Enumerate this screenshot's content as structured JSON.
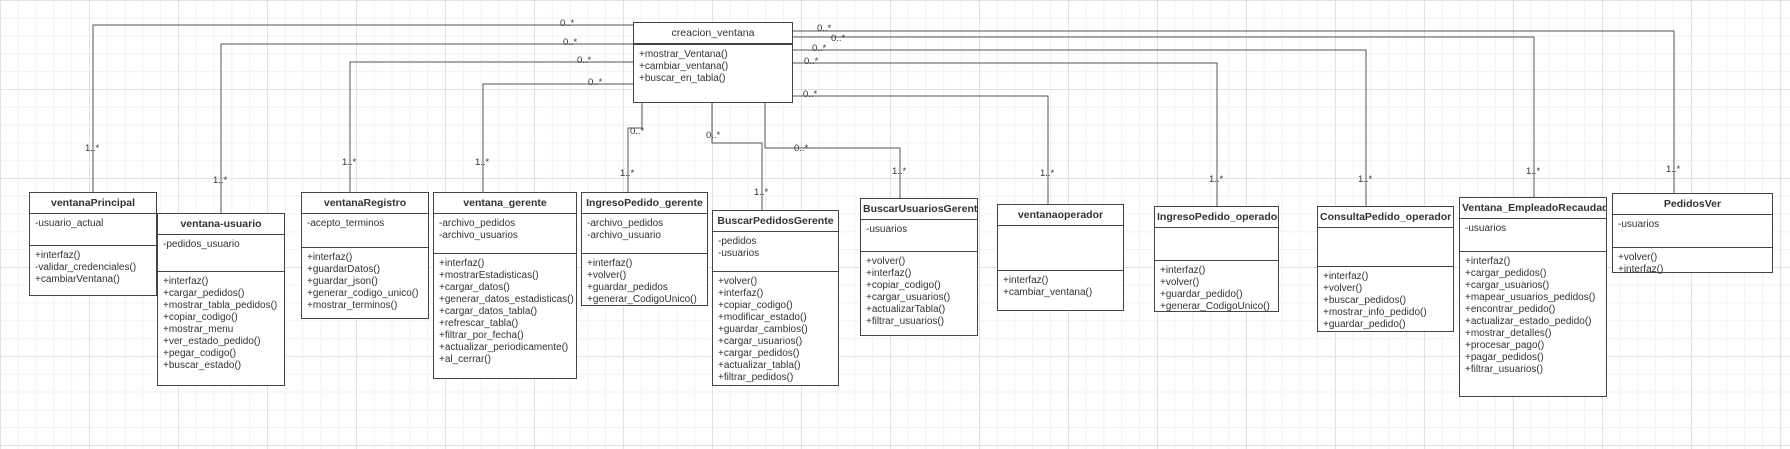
{
  "classes": [
    {
      "name": "creacion_ventana",
      "attrs": [],
      "ops": [
        "+mostrar_Ventana()",
        "+cambiar_ventana()",
        "+buscar_en_tabla()"
      ]
    },
    {
      "name": "ventanaPrincipal",
      "attrs": [
        "-usuario_actual"
      ],
      "ops": [
        "+interfaz()",
        "-validar_credenciales()",
        "+cambiarVentana()"
      ]
    },
    {
      "name": "ventana-usuario",
      "attrs": [
        "-pedidos_usuario"
      ],
      "ops": [
        "+interfaz()",
        "+cargar_pedidos()",
        "+mostrar_tabla_pedidos()",
        "+copiar_codigo()",
        "+mostrar_menu",
        "+ver_estado_pedido()",
        "+pegar_codigo()",
        "+buscar_estado()"
      ]
    },
    {
      "name": "ventanaRegistro",
      "attrs": [
        "-acepto_terminos"
      ],
      "ops": [
        "+interfaz()",
        "+guardarDatos()",
        "+guardar_json()",
        "+generar_codigo_unico()",
        "+mostrar_terminos()"
      ]
    },
    {
      "name": "ventana_gerente",
      "attrs": [
        "-archivo_pedidos",
        "-archivo_usuarios"
      ],
      "ops": [
        "+interfaz()",
        "+mostrarEstadisticas()",
        "+cargar_datos()",
        "+generar_datos_estadisticas()",
        "+cargar_datos_tabla()",
        "+refrescar_tabla()",
        "+filtrar_por_fecha()",
        "+actualizar_periodicamente()",
        "+al_cerrar()"
      ]
    },
    {
      "name": "IngresoPedido_gerente",
      "attrs": [
        "-archivo_pedidos",
        "-archivo_usuario"
      ],
      "ops": [
        "+interfaz()",
        "+volver()",
        "+guardar_pedidos",
        "+generar_CodigoUnico()"
      ]
    },
    {
      "name": "BuscarPedidosGerente",
      "attrs": [
        "-pedidos",
        "-usuarios"
      ],
      "ops": [
        "+volver()",
        "+interfaz()",
        "+copiar_codigo()",
        "+modificar_estado()",
        "+guardar_cambios()",
        "+cargar_usuarios()",
        "+cargar_pedidos()",
        "+actualizar_tabla()",
        "+filtrar_pedidos()"
      ]
    },
    {
      "name": "BuscarUsuariosGerente",
      "attrs": [
        "-usuarios"
      ],
      "ops": [
        "+volver()",
        "+interfaz()",
        "+copiar_codigo()",
        "+cargar_usuarios()",
        "+actualizarTabla()",
        "+filtrar_usuarios()"
      ]
    },
    {
      "name": "ventanaoperador",
      "attrs": [],
      "ops": [
        "+interfaz()",
        "+cambiar_ventana()"
      ]
    },
    {
      "name": "IngresoPedido_operador",
      "attrs": [],
      "ops": [
        "+interfaz()",
        "+volver()",
        "+guardar_pedido()",
        "+generar_CodigoUnico()"
      ]
    },
    {
      "name": "ConsultaPedido_operador",
      "attrs": [],
      "ops": [
        "+interfaz()",
        "+volver()",
        "+buscar_pedidos()",
        "+mostrar_info_pedido()",
        "+guardar_pedido()"
      ]
    },
    {
      "name": "Ventana_EmpleadoRecaudador",
      "attrs": [
        "-usuarios"
      ],
      "ops": [
        "+interfaz()",
        "+cargar_pedidos()",
        "+cargar_usuarios()",
        "+mapear_usuarios_pedidos()",
        "+encontrar_pedido()",
        "+actualizar_estado_pedido()",
        "+mostrar_detalles()",
        "+procesar_pago()",
        "+pagar_pedidos()",
        "+filtrar_usuarios()"
      ]
    },
    {
      "name": "PedidosVer",
      "attrs": [
        "-usuarios"
      ],
      "ops": [
        "+volver()",
        "+interfaz()"
      ]
    }
  ],
  "multiplicities": {
    "source": "0..*",
    "target": "1..*"
  }
}
